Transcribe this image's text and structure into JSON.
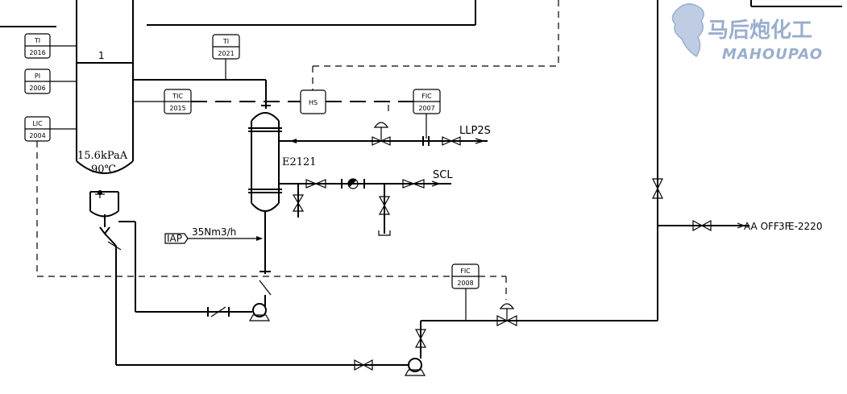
{
  "instruments": {
    "ti2016": {
      "type": "TI",
      "num": "2016"
    },
    "pi2006": {
      "type": "PI",
      "num": "2006"
    },
    "lic2004": {
      "type": "LIC",
      "num": "2004"
    },
    "ti2021": {
      "type": "TI",
      "num": "2021"
    },
    "tic2015": {
      "type": "TIC",
      "num": "2015"
    },
    "hs": {
      "type": "HS"
    },
    "fic2007": {
      "type": "FIC",
      "num": "2007"
    },
    "fic2008": {
      "type": "FIC",
      "num": "2008"
    }
  },
  "labels": {
    "tray": "1",
    "pressure": "15.6kPaA",
    "temperature": "90℃",
    "exchanger": "E2121",
    "steam": "LLP2S",
    "condensate": "SCL",
    "air_source": "IAP",
    "air_flow": "35Nm3/h",
    "dest": "AA OFF",
    "dest_sub": "3F",
    "dest_tag": "E-2220"
  },
  "watermark": {
    "cn": "马后炮化工",
    "en": "MAHOUPAO"
  },
  "colors": {
    "line": "#000000",
    "watermark": "#8fa6c9"
  }
}
